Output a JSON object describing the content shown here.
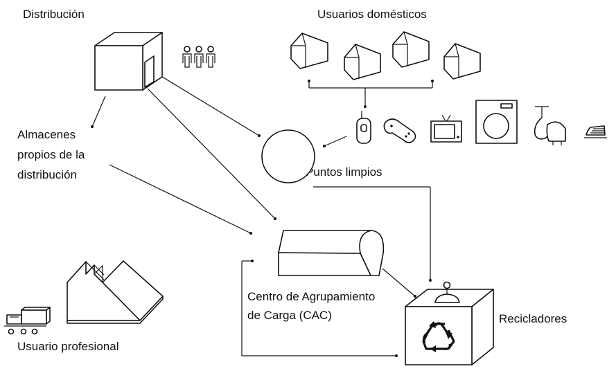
{
  "labels": {
    "distribucion": "Distribución",
    "usuarios_domesticos": "Usuarios domésticos",
    "almacenes_1": "Almacenes",
    "almacenes_2": "propios de la",
    "almacenes_3": "distribución",
    "puntos_limpios": "Puntos limpios",
    "cac_1": "Centro de Agrupamiento",
    "cac_2": "de Carga (CAC)",
    "recicladores": "Recicladores",
    "usuario_profesional": "Usuario profesional"
  },
  "colors": {
    "stroke": "#111111",
    "background": "#ffffff"
  },
  "icons": [
    "store-icon",
    "people-icon",
    "house-icon",
    "baby-monitor-icon",
    "gamepad-icon",
    "tv-icon",
    "washing-machine-icon",
    "hairdryer-icon",
    "iron-icon",
    "factory-icon",
    "truck-icon",
    "recycle-icon",
    "warehouse-icon"
  ]
}
